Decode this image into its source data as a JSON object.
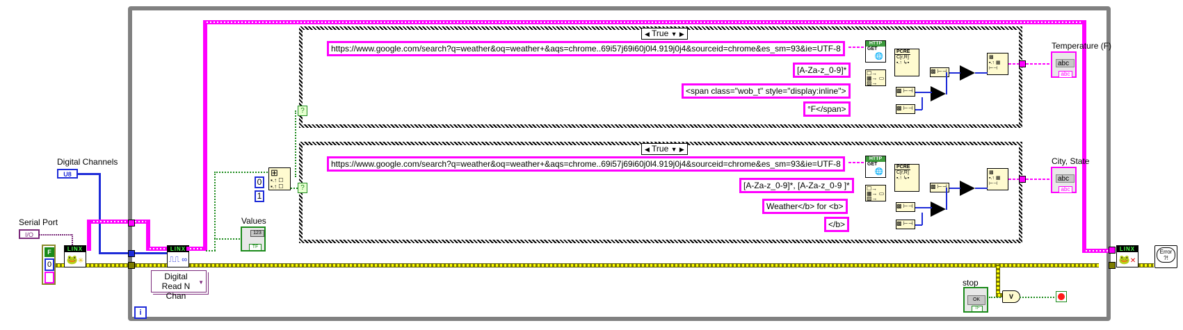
{
  "diagram": {
    "type": "LabVIEW block diagram",
    "colors": {
      "string_wire": "#ff00ff",
      "numeric_wire": "#1d2bd8",
      "boolean_wire": "#1a8a1a",
      "error_wire": "#7d7d00",
      "loop_border": "#808080",
      "node_fill": "#fffbd0"
    }
  },
  "controls": {
    "digital_channels": {
      "label": "Digital Channels",
      "type": "U8"
    },
    "serial_port": {
      "label": "Serial Port",
      "type": "I/O"
    },
    "cluster_bool": "F",
    "cluster_num": "0",
    "values": {
      "label": "Values",
      "type": "123",
      "tf": "TF"
    },
    "stop": {
      "label": "stop",
      "button": "OK",
      "tf": "TF"
    }
  },
  "nodes": {
    "linx_open": {
      "header": "LINX",
      "icon": "linx-open-icon"
    },
    "linx_read": {
      "header": "LINX",
      "icon": "linx-digital-read-icon"
    },
    "linx_close": {
      "header": "LINX",
      "icon": "linx-close-icon"
    },
    "polymorphic_selector": "Digital Read N Chan",
    "index_array": {
      "index0": "0",
      "index1": "1"
    },
    "error_handler": "Error ?!",
    "or_gate": "V",
    "loop_iteration": "i"
  },
  "case_structures": [
    {
      "selector": "True",
      "url": "https://www.google.com/search?q=weather&oq=weather+&aqs=chrome..69i57j69i60j0l4.919j0j4&sourceid=chrome&es_sm=93&ie=UTF-8",
      "regex": "[A-Za-z_0-9]*",
      "start_tag": "<span class=\"wob_t\" style=\"display:inline\">",
      "end_tag": "°F</span>",
      "http_label": "HTTP",
      "http_get": "GET",
      "pcre_label": "PCRE",
      "output_indicator": {
        "label": "Temperature (F)",
        "type": "abc"
      }
    },
    {
      "selector": "True",
      "url": "https://www.google.com/search?q=weather&oq=weather+&aqs=chrome..69i57j69i60j0l4.919j0j4&sourceid=chrome&es_sm=93&ie=UTF-8",
      "regex": "[A-Za-z_0-9]*, [A-Za-z_0-9 ]*",
      "start_tag": "Weather</b> for <b>",
      "end_tag": "</b>",
      "http_label": "HTTP",
      "http_get": "GET",
      "pcre_label": "PCRE",
      "output_indicator": {
        "label": "City, State",
        "type": "abc"
      }
    }
  ]
}
